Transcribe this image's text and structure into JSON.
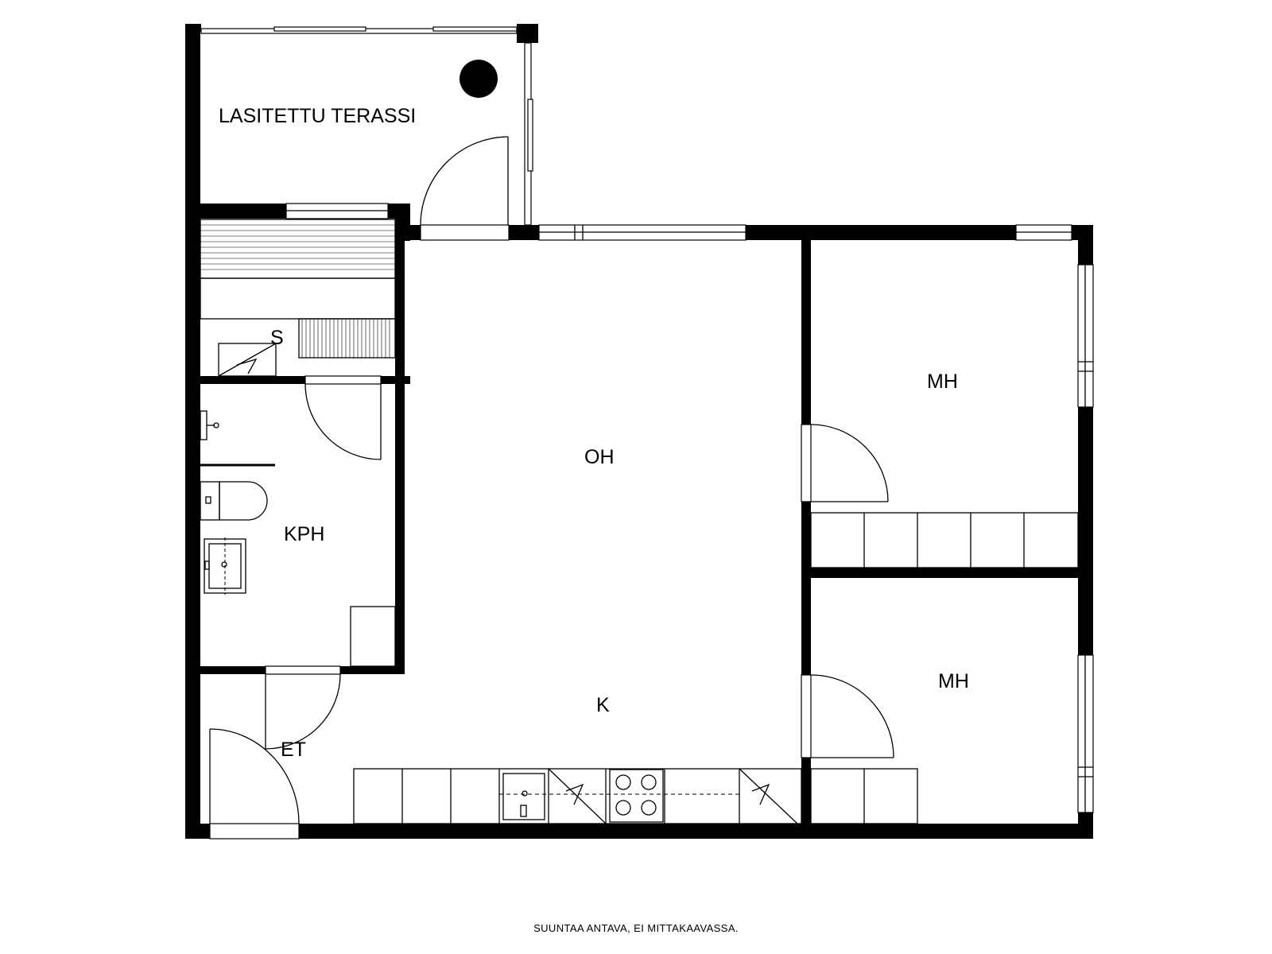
{
  "rooms": {
    "terrace": "LASITETTU TERASSI",
    "sauna": "S",
    "bathroom": "KPH",
    "living_room": "OH",
    "kitchen": "K",
    "entrance": "ET",
    "bedroom_1": "MH",
    "bedroom_2": "MH"
  },
  "footer_note": "SUUNTAA ANTAVA, EI MITTAKAAVASSA."
}
